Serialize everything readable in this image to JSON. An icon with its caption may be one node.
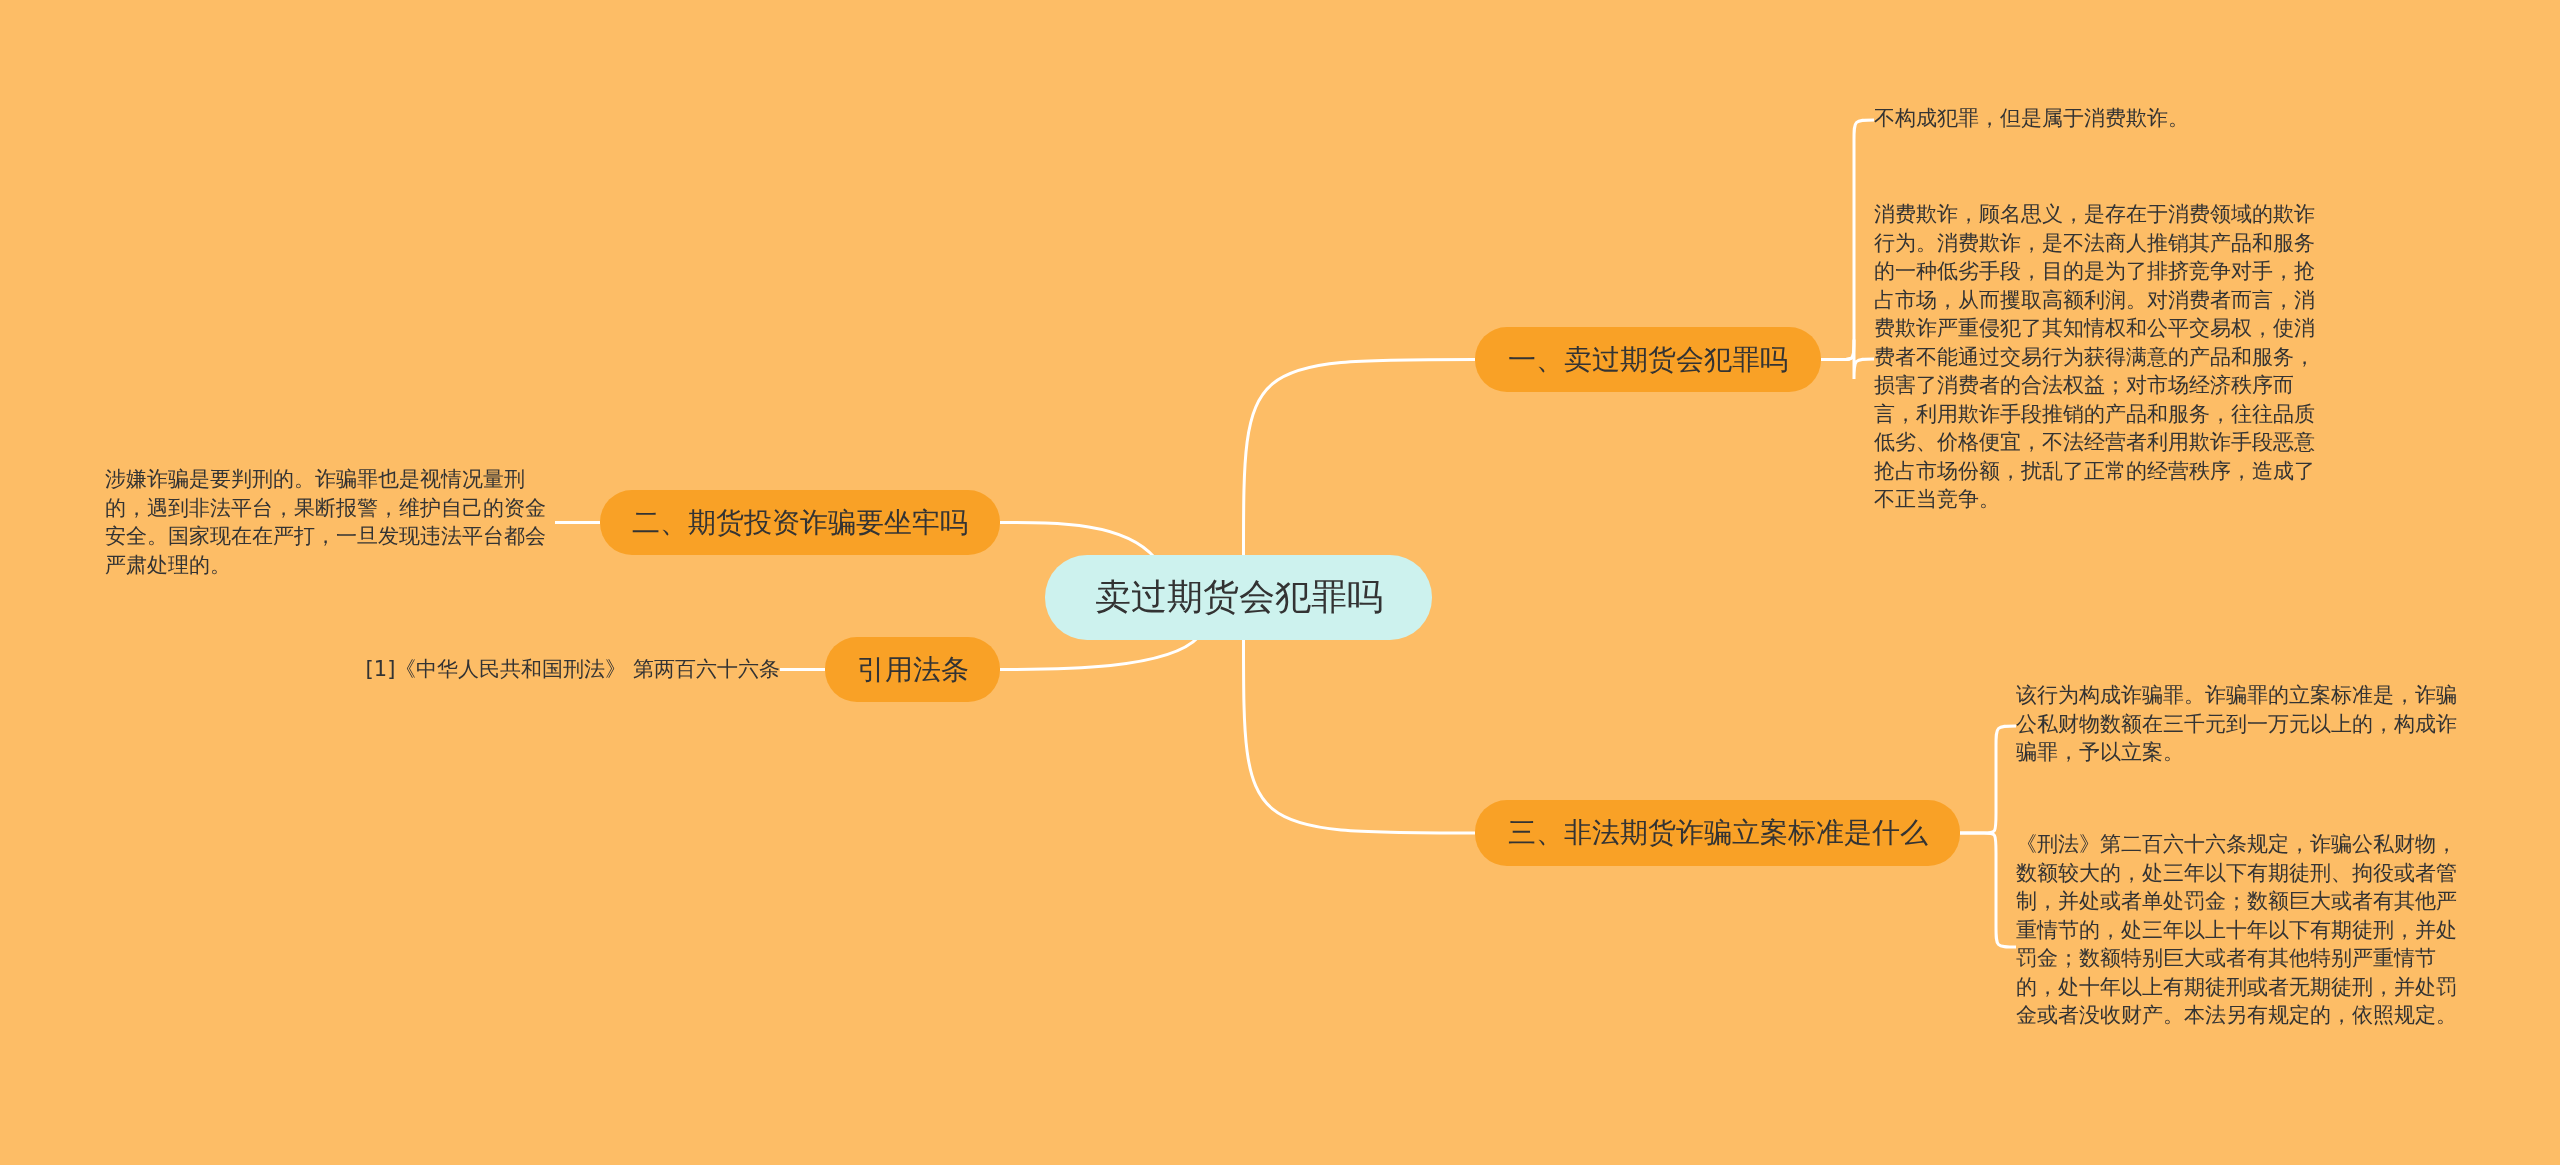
{
  "diagram": {
    "nodes": [
      {
        "text": [
          "卖过期货会犯罪吗"
        ]
      },
      {
        "text": [
          "一、卖过期货会犯罪吗"
        ]
      },
      {
        "text": [
          "二、期货投资诈骗要坐牢吗"
        ]
      },
      {
        "text": [
          "引用法条"
        ]
      },
      {
        "text": [
          "三、非法期货诈骗立案标准是什么"
        ]
      },
      {
        "text": [
          "不构成犯罪，但是属于消费欺诈。"
        ]
      },
      {
        "text": [
          "消费欺诈，顾名思义，是存在于消费领域的欺诈行为。消费欺诈，是不法商人推销其产品和服务的一种低劣手段，目的是为了排挤竞争对手，抢占市场，从而攫取高额利润。对消费者而言，消费欺诈严重侵犯了其知情权和公平交易权，使消费者不能通过交易行为获得满意的产品和服务，损害了消费者的合法权益；对市场经济秩序而言，利用欺诈手段推销的产品和服务，往往品质低劣、价格便宜，不法经营者利用欺诈手段恶意抢占市场份额，扰乱了正常的经营秩序，造成了不正当竞争。"
        ]
      },
      {
        "text": [
          "该行为构成诈骗罪。诈骗罪的立案标准是，诈骗公私财物数额在三千元到一万元以上的，构成诈骗罪，予以立案。"
        ]
      },
      {
        "text": [
          "《刑法》第二百六十六条规定，诈骗公私财物，数额较大的，处三年以下有期徒刑、拘役或者管制，并处或者单处罚金；数额巨大或者有其他严重情节的，处三年以上十年以下有期徒刑，并处罚金；数额特别巨大或者有其他特别严重情节的，处十年以上有期徒刑或者无期徒刑，并处罚金或者没收财产。本法另有规定的，依照规定。"
        ]
      },
      {
        "text": [
          "涉嫌诈骗是要判刑的。诈骗罪也是视情况量刑的，遇到非法平台，果断报警，维护自己的资金安全。国家现在在严打，一旦发现违法平台都会严肃处理的。"
        ]
      },
      {
        "text": [
          "[1]《中华人民共和国刑法》 第两百六十六条"
        ]
      }
    ],
    "edges": [
      {
        "from": 0,
        "to": 1,
        "arrow": "none"
      },
      {
        "from": 0,
        "to": 2,
        "arrow": "none"
      },
      {
        "from": 0,
        "to": 3,
        "arrow": "none"
      },
      {
        "from": 0,
        "to": 4,
        "arrow": "none"
      },
      {
        "from": 1,
        "to": 5,
        "arrow": "none"
      },
      {
        "from": 1,
        "to": 6,
        "arrow": "none"
      },
      {
        "from": 4,
        "to": 7,
        "arrow": "none"
      },
      {
        "from": 4,
        "to": 8,
        "arrow": "none"
      },
      {
        "from": 2,
        "to": 9,
        "arrow": "none"
      },
      {
        "from": 3,
        "to": 10,
        "arrow": "none"
      }
    ]
  }
}
